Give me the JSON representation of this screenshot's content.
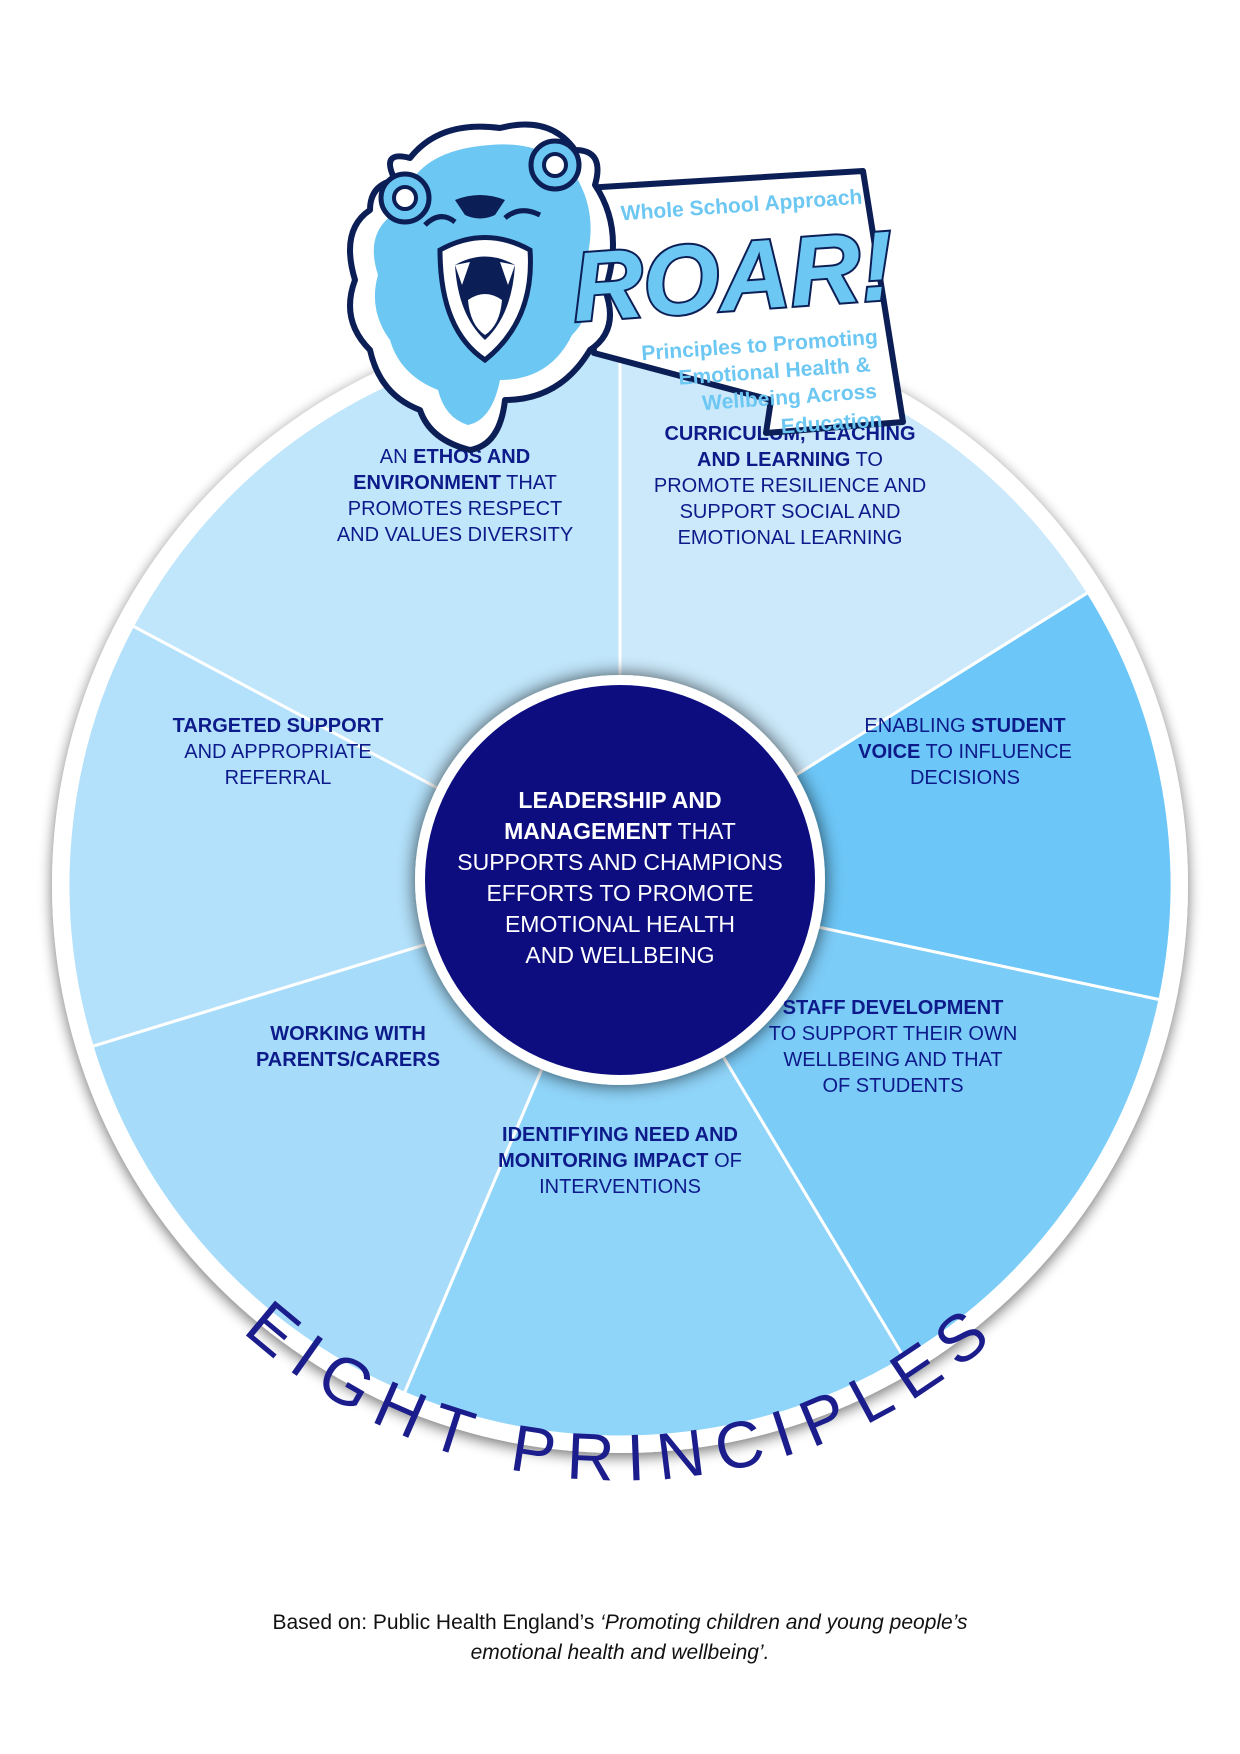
{
  "logo": {
    "top_line": "Whole School Approach",
    "main_word": "ROAR!",
    "sub_lines": [
      "Principles to Promoting",
      "Emotional Health &",
      "Wellbeing Across",
      "Education"
    ],
    "icon": "lion-head-icon"
  },
  "center": {
    "lines": [
      [
        {
          "t": "LEADERSHIP AND",
          "b": true
        }
      ],
      [
        {
          "t": "MANAGEMENT",
          "b": true
        },
        {
          "t": " THAT",
          "b": false
        }
      ],
      [
        {
          "t": "SUPPORTS AND CHAMPIONS",
          "b": false
        }
      ],
      [
        {
          "t": "EFFORTS TO PROMOTE",
          "b": false
        }
      ],
      [
        {
          "t": "EMOTIONAL HEALTH",
          "b": false
        }
      ],
      [
        {
          "t": "AND WELLBEING",
          "b": false
        }
      ]
    ]
  },
  "principles": [
    {
      "id": "ethos",
      "color": "#cbe9fb",
      "lines": [
        [
          {
            "t": "AN ",
            "b": false
          },
          {
            "t": "ETHOS AND",
            "b": true
          }
        ],
        [
          {
            "t": "ENVIRONMENT",
            "b": true
          },
          {
            "t": " THAT",
            "b": false
          }
        ],
        [
          {
            "t": "PROMOTES RESPECT",
            "b": false
          }
        ],
        [
          {
            "t": "AND VALUES DIVERSITY",
            "b": false
          }
        ]
      ]
    },
    {
      "id": "curriculum",
      "color": "#6cc6f7",
      "lines": [
        [
          {
            "t": "CURRICULUM, TEACHING",
            "b": true
          }
        ],
        [
          {
            "t": "AND LEARNING",
            "b": true
          },
          {
            "t": " TO",
            "b": false
          }
        ],
        [
          {
            "t": "PROMOTE RESILIENCE AND",
            "b": false
          }
        ],
        [
          {
            "t": "SUPPORT SOCIAL AND",
            "b": false
          }
        ],
        [
          {
            "t": "EMOTIONAL LEARNING",
            "b": false
          }
        ]
      ]
    },
    {
      "id": "student-voice",
      "color": "#7cccf8",
      "lines": [
        [
          {
            "t": "ENABLING ",
            "b": false
          },
          {
            "t": "STUDENT",
            "b": true
          }
        ],
        [
          {
            "t": "VOICE",
            "b": true
          },
          {
            "t": " TO INFLUENCE",
            "b": false
          }
        ],
        [
          {
            "t": "DECISIONS",
            "b": false
          }
        ]
      ]
    },
    {
      "id": "staff-development",
      "color": "#8fd4f9",
      "lines": [
        [
          {
            "t": "STAFF DEVELOPMENT",
            "b": true
          }
        ],
        [
          {
            "t": "TO SUPPORT THEIR OWN",
            "b": false
          }
        ],
        [
          {
            "t": "WELLBEING AND THAT",
            "b": false
          }
        ],
        [
          {
            "t": "OF STUDENTS",
            "b": false
          }
        ]
      ]
    },
    {
      "id": "identifying-need",
      "color": "#a6dcfa",
      "lines": [
        [
          {
            "t": "IDENTIFYING NEED AND",
            "b": true
          }
        ],
        [
          {
            "t": "MONITORING IMPACT",
            "b": true
          },
          {
            "t": " OF",
            "b": false
          }
        ],
        [
          {
            "t": "INTERVENTIONS",
            "b": false
          }
        ]
      ]
    },
    {
      "id": "parents-carers",
      "color": "#b3e1fb",
      "lines": [
        [
          {
            "t": "WORKING WITH",
            "b": true
          }
        ],
        [
          {
            "t": "PARENTS/CARERS",
            "b": true
          }
        ]
      ]
    },
    {
      "id": "targeted-support",
      "color": "#c0e6fb",
      "lines": [
        [
          {
            "t": "TARGETED SUPPORT",
            "b": true
          }
        ],
        [
          {
            "t": "AND APPROPRIATE",
            "b": false
          }
        ],
        [
          {
            "t": "REFERRAL",
            "b": false
          }
        ]
      ]
    }
  ],
  "arc_title": "EIGHT PRINCIPLES",
  "footer": {
    "line1_plain": "Based on: Public Health England’s ",
    "line1_italic": "‘Promoting children and young people’s",
    "line2_italic": "emotional health and wellbeing’."
  },
  "colors": {
    "navy": "#0c1180",
    "text_navy": "#0d1a8a",
    "logo_blue": "#6cc7f2"
  }
}
